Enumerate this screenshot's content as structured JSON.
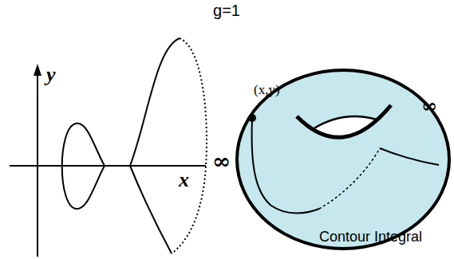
{
  "diagram": {
    "title": "g=1",
    "labels": [
      "y",
      "x",
      "∞",
      "(x,y)",
      "∞",
      "Contour Integral"
    ]
  }
}
